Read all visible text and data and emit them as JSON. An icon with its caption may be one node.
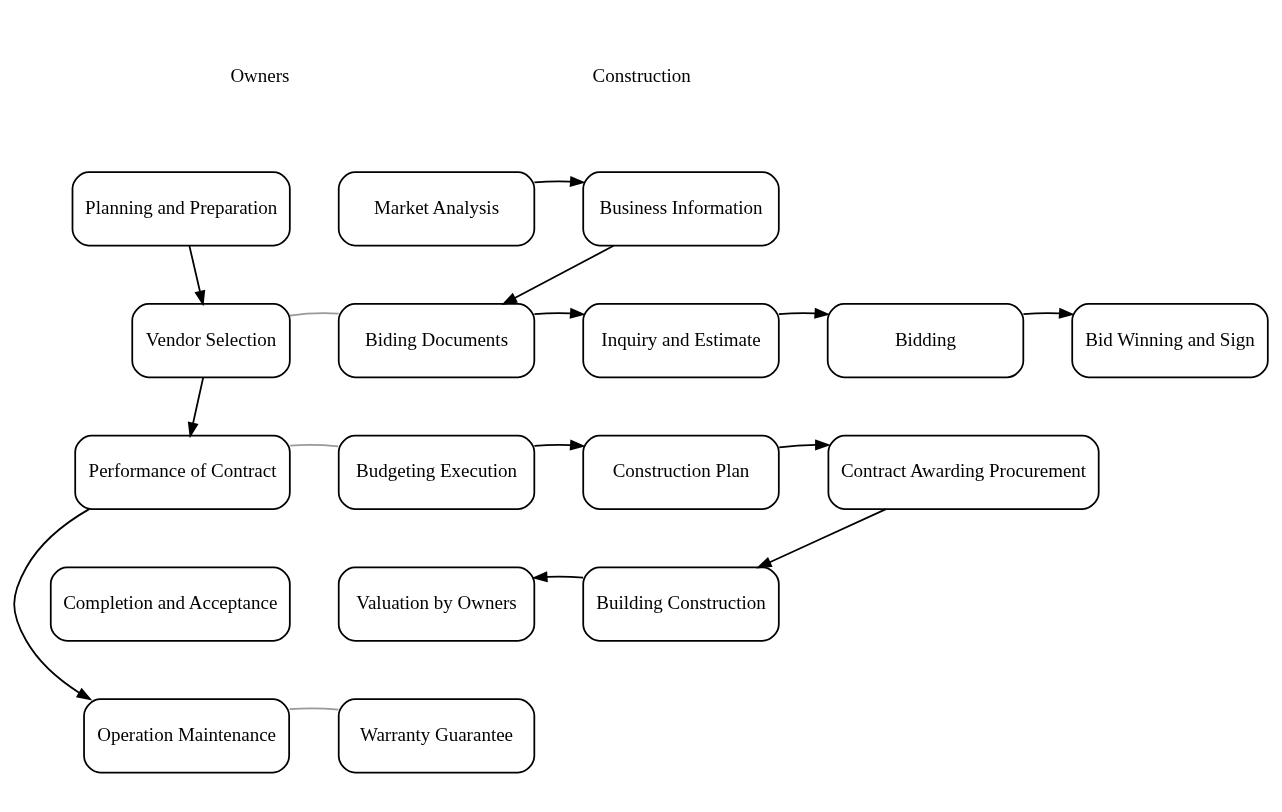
{
  "diagram": {
    "nodes": [
      {
        "text": [
          "Planning and Preparation"
        ]
      },
      {
        "text": [
          "Vendor Selection"
        ]
      },
      {
        "text": [
          "Performance of Contract"
        ]
      },
      {
        "text": [
          "Operation Maintenance"
        ]
      },
      {
        "text": [
          "Market Analysis"
        ]
      },
      {
        "text": [
          "Business Information"
        ]
      },
      {
        "text": [
          "Biding Documents"
        ]
      },
      {
        "text": [
          "Inquiry and Estimate"
        ]
      },
      {
        "text": [
          "Bidding"
        ]
      },
      {
        "text": [
          "Bid Winning and Sign"
        ]
      },
      {
        "text": [
          "Budgeting Execution"
        ]
      },
      {
        "text": [
          "Construction Plan"
        ]
      },
      {
        "text": [
          "Contract Awarding Procurement"
        ]
      },
      {
        "text": [
          "Completion and Acceptance"
        ]
      },
      {
        "text": [
          "Valuation by Owners"
        ]
      },
      {
        "text": [
          "Building Construction"
        ]
      },
      {
        "text": [
          "Warranty Guarantee"
        ]
      }
    ],
    "edges": [
      {
        "from": 0,
        "to": 1,
        "arrow": "to"
      },
      {
        "from": 1,
        "to": 2,
        "arrow": "to"
      },
      {
        "from": 2,
        "to": 3,
        "arrow": "to"
      },
      {
        "from": 4,
        "to": 5,
        "arrow": "to"
      },
      {
        "from": 5,
        "to": 6,
        "arrow": "to"
      },
      {
        "from": 6,
        "to": 7,
        "arrow": "to"
      },
      {
        "from": 7,
        "to": 8,
        "arrow": "to"
      },
      {
        "from": 8,
        "to": 9,
        "arrow": "to"
      },
      {
        "from": 10,
        "to": 11,
        "arrow": "to"
      },
      {
        "from": 11,
        "to": 12,
        "arrow": "to"
      },
      {
        "from": 12,
        "to": 15,
        "arrow": "to"
      },
      {
        "from": 15,
        "to": 14,
        "arrow": "to"
      },
      {
        "from": 1,
        "to": 6,
        "arrow": "none",
        "color": "#999999"
      },
      {
        "from": 2,
        "to": 10,
        "arrow": "none",
        "color": "#999999"
      },
      {
        "from": 3,
        "to": 16,
        "arrow": "none",
        "color": "#999999"
      }
    ],
    "labels": [
      "Owners",
      "Construction"
    ]
  }
}
